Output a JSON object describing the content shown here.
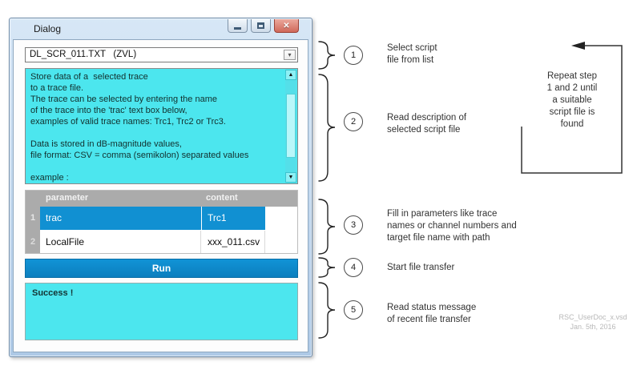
{
  "window": {
    "title": "Dialog"
  },
  "file_selector": {
    "value": "DL_SCR_011.TXT   (ZVL)"
  },
  "description": {
    "text": "Store data of a  selected trace\nto a trace file.\nThe trace can be selected by entering the name\nof the trace into the 'trac' text box below,\nexamples of valid trace names: Trc1, Trc2 or Trc3.\n\nData is stored in dB-magnitude values,\nfile format: CSV = comma (semikolon) separated values\n\nexample :"
  },
  "table": {
    "headers": {
      "parameter": "parameter",
      "content": "content"
    },
    "rows": [
      {
        "num": "1",
        "parameter": "trac",
        "content": "Trc1",
        "selected": true
      },
      {
        "num": "2",
        "parameter": "LocalFile",
        "content": "xxx_011.csv",
        "selected": false
      }
    ]
  },
  "run_button": {
    "label": "Run"
  },
  "status": {
    "message": "Success !"
  },
  "steps": [
    {
      "number": "1",
      "text": "Select script\nfile from list"
    },
    {
      "number": "2",
      "text": "Read description of\nselected script file"
    },
    {
      "number": "3",
      "text": "Fill in parameters like trace\nnames or channel numbers and\ntarget file name with path"
    },
    {
      "number": "4",
      "text": "Start file transfer"
    },
    {
      "number": "5",
      "text": "Read status message\nof recent file transfer"
    }
  ],
  "loop_note": {
    "text": "Repeat step\n1 and 2 until\na suitable\nscript file is\nfound"
  },
  "watermark": {
    "doc": "RSC_UserDoc_x.vsd",
    "date": "Jan. 5th, 2016"
  },
  "icons": {
    "dropdown_arrow": "▾",
    "scroll_up_arrow": "▲",
    "scroll_down_arrow": "▼",
    "close_glyph": "✕"
  },
  "colors": {
    "cyan_field": "#4ce6ee",
    "selection_blue": "#1190d2",
    "run_blue": "#0d86c8",
    "header_gray": "#ababab",
    "titlebar_blue": "#c4d8ee"
  }
}
